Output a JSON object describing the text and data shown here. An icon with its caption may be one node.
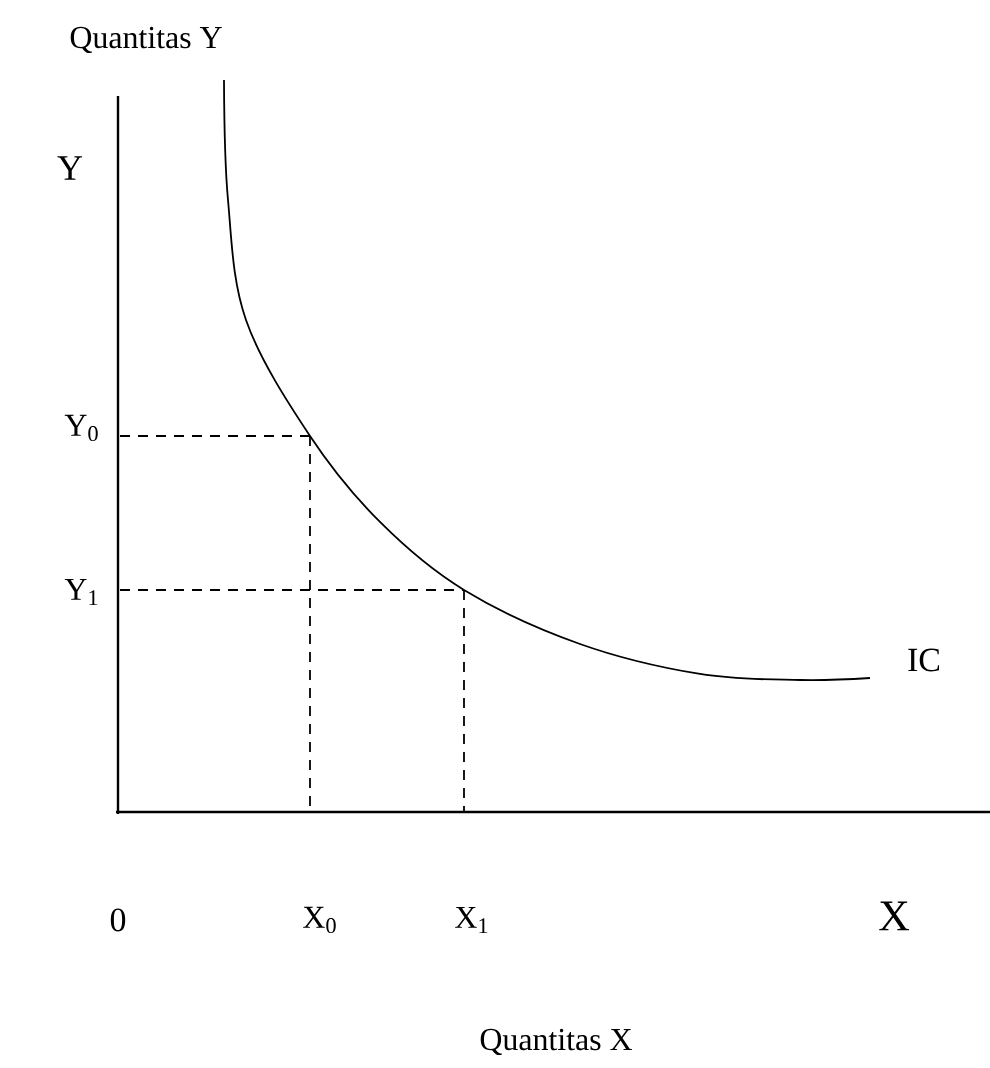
{
  "diagram": {
    "labels": [
      "Quantitas Y",
      "Y",
      "Y$_{0}$",
      "Y$_{1}$",
      "IC",
      "0",
      "X$_{0}$",
      "X$_{1}$",
      "X",
      "Quantitas X"
    ]
  }
}
